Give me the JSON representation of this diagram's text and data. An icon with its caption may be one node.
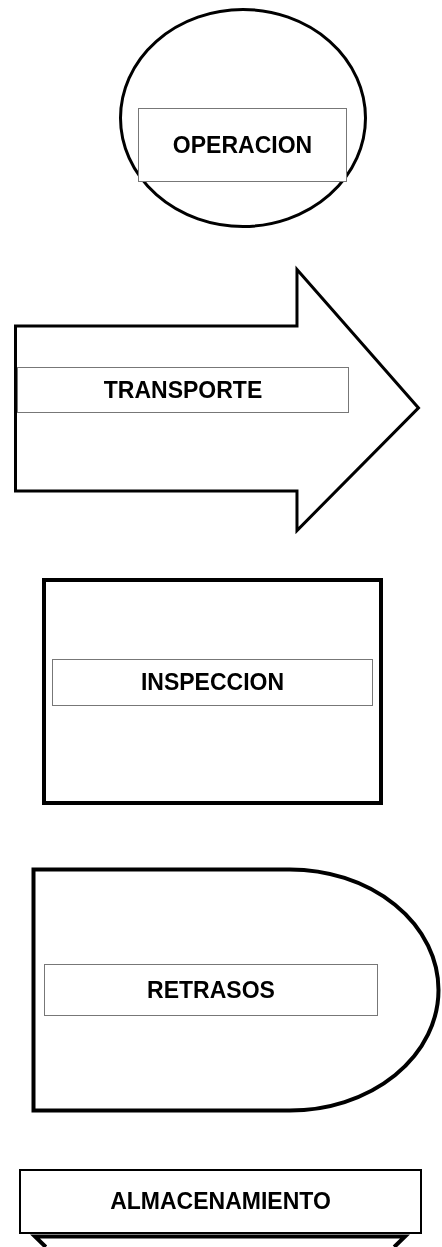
{
  "diagram": {
    "nodes": [
      {
        "text": [],
        "shape": "ellipse"
      },
      {
        "text": [
          "OPERACION"
        ],
        "in": 0
      },
      {
        "text": [],
        "shape": "arrow"
      },
      {
        "text": [
          "TRANSPORTE"
        ],
        "in": 2
      },
      {
        "text": [],
        "shape": "box"
      },
      {
        "text": [
          "INSPECCION"
        ],
        "in": 4
      },
      {
        "text": [],
        "shape": "delay"
      },
      {
        "text": [
          "RETRASOS"
        ],
        "in": 6
      },
      {
        "text": [
          "ALMACENAMIENTO"
        ]
      },
      {
        "text": [],
        "shape": "triangle"
      }
    ],
    "edges": []
  }
}
